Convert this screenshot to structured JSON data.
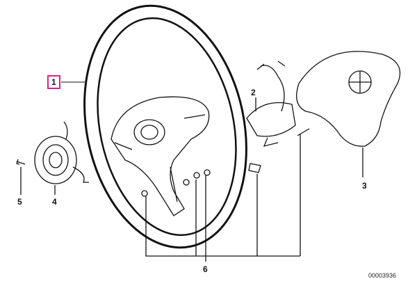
{
  "diagram": {
    "callouts": [
      {
        "id": "1",
        "label": "1",
        "highlighted": true
      },
      {
        "id": "2",
        "label": "2"
      },
      {
        "id": "3",
        "label": "3"
      },
      {
        "id": "4",
        "label": "4"
      },
      {
        "id": "5",
        "label": "5"
      },
      {
        "id": "6",
        "label": "6"
      }
    ],
    "drawing_code": "00003936",
    "highlight_color": "#e0208a"
  }
}
